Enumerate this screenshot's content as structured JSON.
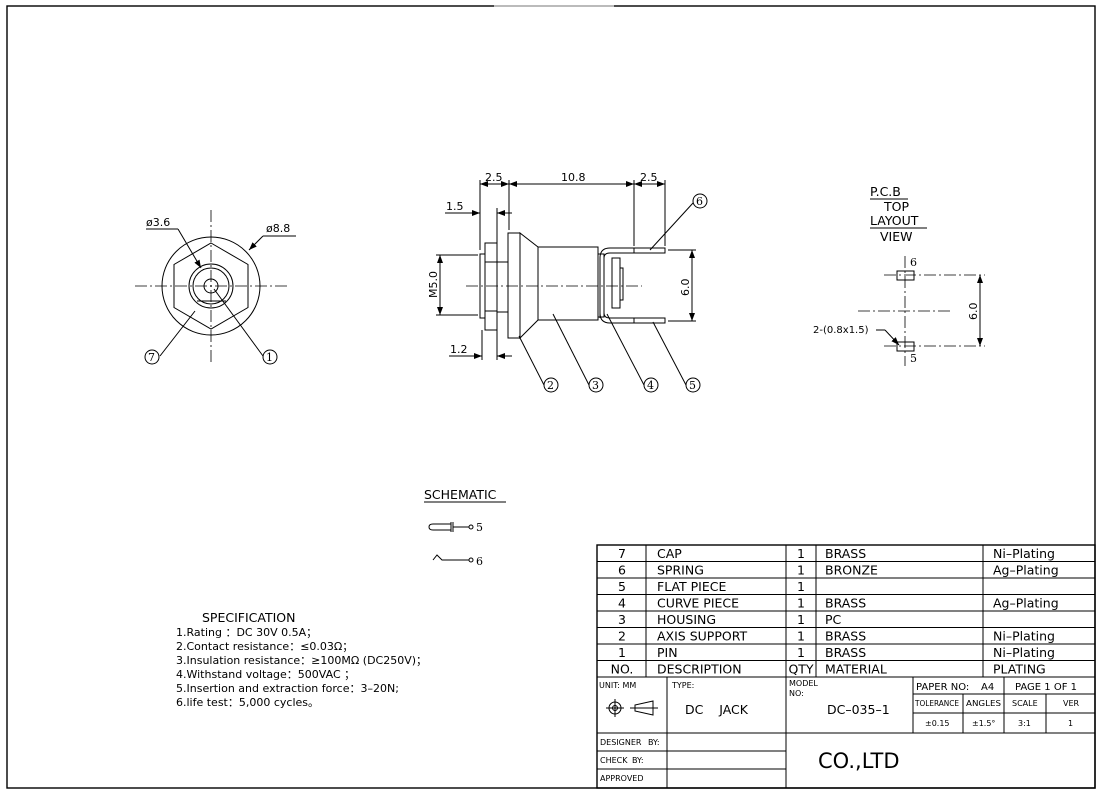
{
  "front_view": {
    "dim_inner_dia": "ø3.6",
    "dim_outer_dia": "ø8.8",
    "balloons": [
      "7",
      "1"
    ]
  },
  "side_view": {
    "dims": {
      "a": "2.5",
      "b": "10.8",
      "c": "2.5",
      "d": "1.5",
      "e": "1.2",
      "thread": "M5.0",
      "pitch": "6.0"
    },
    "balloons": [
      "6",
      "2",
      "3",
      "4",
      "5"
    ]
  },
  "pcb_layout": {
    "title_line1": "P.C.B",
    "title_line2": "LAYOUT",
    "title_overlay": "TOP",
    "title_line3": "VIEW",
    "pin_top": "6",
    "pin_bottom": "5",
    "pad_note": "2-(0.8x1.5)",
    "dim": "6.0"
  },
  "schematic": {
    "title": "SCHEMATIC",
    "pin_a": "5",
    "pin_b": "6"
  },
  "specification": {
    "title": "SPECIFICATION",
    "items": [
      "1.Rating ：DC 30V 0.5A；",
      "2.Contact resistance：≤0.03Ω；",
      "3.Insulation resistance：≥100MΩ (DC250V)；",
      "4.Withstand voltage：500VAC ；",
      "5.Insertion and extraction force：3–20N;",
      "6.life test：5,000 cycles。"
    ]
  },
  "bom": {
    "headers": [
      "NO.",
      "DESCRIPTION",
      "QTY",
      "MATERIAL",
      "PLATING"
    ],
    "rows": [
      [
        "7",
        "CAP",
        "1",
        "BRASS",
        "Ni–Plating"
      ],
      [
        "6",
        "SPRING",
        "1",
        "BRONZE",
        "Ag–Plating"
      ],
      [
        "5",
        "FLAT PIECE",
        "1",
        "",
        ""
      ],
      [
        "4",
        "CURVE PIECE",
        "1",
        "BRASS",
        "Ag–Plating"
      ],
      [
        "3",
        "HOUSING",
        "1",
        "PC",
        ""
      ],
      [
        "2",
        "AXIS SUPPORT",
        "1",
        "BRASS",
        "Ni–Plating"
      ],
      [
        "1",
        "PIN",
        "1",
        "BRASS",
        "Ni–Plating"
      ]
    ]
  },
  "title_block": {
    "unit": "UNIT: MM",
    "type_label": "TYPE:",
    "type_value": "DC    JACK",
    "model_label": "MODEL",
    "model_label2": "NO:",
    "model_value": "DC–035–1",
    "paper_label": "PAPER NO:",
    "paper_value": "A4",
    "page": "PAGE 1 OF 1",
    "tolerance_label": "TOLERANCE",
    "angles_label": "ANGLES",
    "scale_label": "SCALE",
    "ver_label": "VER",
    "tolerance_value": "±0.15",
    "angles_value": "±1.5°",
    "scale_value": "3:1",
    "ver_value": "1",
    "designer_label": "DESIGNER",
    "by1": "BY:",
    "check_label": "CHECK",
    "by2": "BY:",
    "approved_label": "APPROVED",
    "company": "CO.,LTD"
  }
}
